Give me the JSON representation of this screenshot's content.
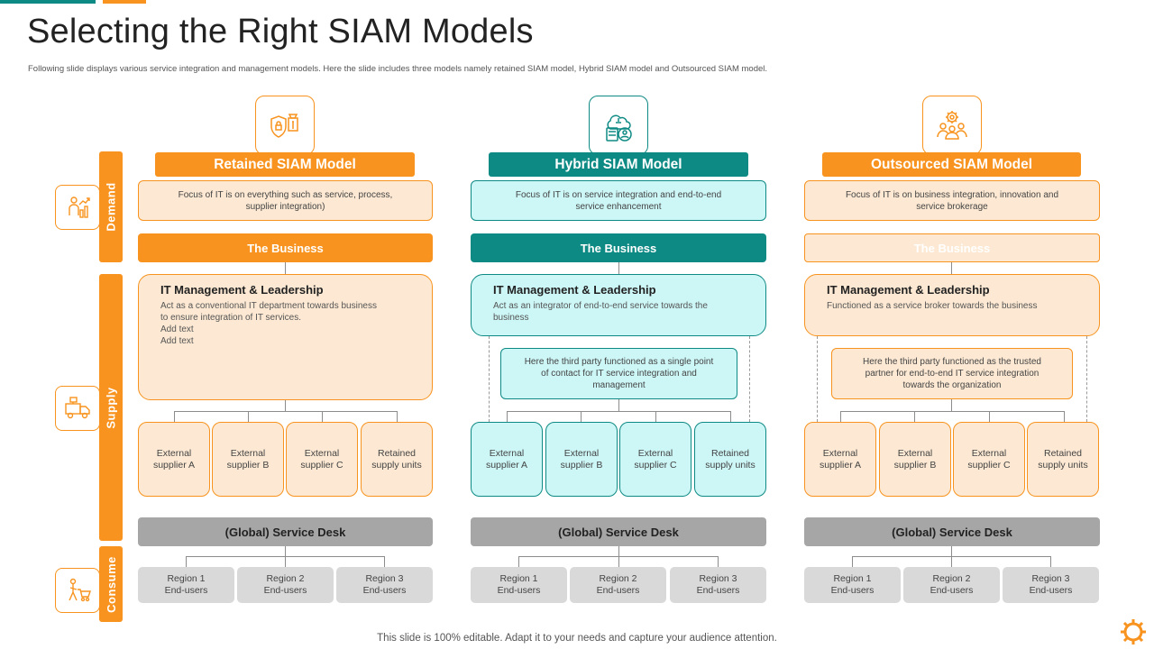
{
  "title": "Selecting the Right SIAM Models",
  "subtitle": "Following slide displays various service integration and management models. Here the slide includes three models namely retained SIAM model, Hybrid SIAM model and Outsourced SIAM model.",
  "side_labels": {
    "demand": "Demand",
    "supply": "Supply",
    "consume": "Consume"
  },
  "side_icons": {
    "demand": "growth-person-icon",
    "supply": "delivery-truck-icon",
    "consume": "shopper-cart-icon"
  },
  "colors": {
    "orange": "#f7931e",
    "teal": "#0e8a84",
    "orange_light": "#fde9d3",
    "teal_light": "#cdf6f6",
    "gray": "#a6a6a6",
    "gray_light": "#d9d9d9"
  },
  "models": [
    {
      "title": "Retained SIAM Model",
      "icon": "shield-lock-icon",
      "focus": "Focus of IT  is on everything such as service, process, supplier integration)",
      "business": "The Business",
      "itm_title": "IT Management & Leadership",
      "itm_lines": [
        "Act as a conventional IT  department towards business",
        "to ensure integration of IT services.",
        "Add text",
        "Add text"
      ],
      "third_party": "",
      "suppliers": [
        "External supplier A",
        "External supplier B",
        "External supplier C",
        "Retained supply units"
      ],
      "service_desk": "(Global) Service Desk",
      "regions": [
        [
          "Region 1",
          "End-users"
        ],
        [
          "Region 2",
          "End-users"
        ],
        [
          "Region 3",
          "End-users"
        ]
      ]
    },
    {
      "title": "Hybrid SIAM Model",
      "icon": "cloud-server-icon",
      "focus": "Focus of IT  is on service integration and end-to-end service enhancement",
      "business": "The Business",
      "itm_title": "IT Management & Leadership",
      "itm_lines": [
        "Act as an integrator of end-to-end service towards the",
        "business"
      ],
      "third_party": "Here the third party functioned as a single point of contact for IT service integration and management",
      "suppliers": [
        "External supplier A",
        "External supplier B",
        "External supplier C",
        "Retained supply units"
      ],
      "service_desk": "(Global) Service Desk",
      "regions": [
        [
          "Region 1",
          "End-users"
        ],
        [
          "Region 2",
          "End-users"
        ],
        [
          "Region 3",
          "End-users"
        ]
      ]
    },
    {
      "title": "Outsourced SIAM Model",
      "icon": "team-gear-icon",
      "focus": "Focus of IT  is on business integration, innovation and service brokerage",
      "business": "The Business",
      "itm_title": "IT Management & Leadership",
      "itm_lines": [
        "Functioned as a service broker towards the business"
      ],
      "third_party": "Here the third party functioned as the trusted partner for end-to-end IT service integration towards the organization",
      "suppliers": [
        "External supplier A",
        "External supplier B",
        "External supplier C",
        "Retained supply units"
      ],
      "service_desk": "(Global) Service Desk",
      "regions": [
        [
          "Region 1",
          "End-users"
        ],
        [
          "Region 2",
          "End-users"
        ],
        [
          "Region 3",
          "End-users"
        ]
      ]
    }
  ],
  "footer": "This slide is 100% editable. Adapt it to your  needs and capture your audience attention."
}
